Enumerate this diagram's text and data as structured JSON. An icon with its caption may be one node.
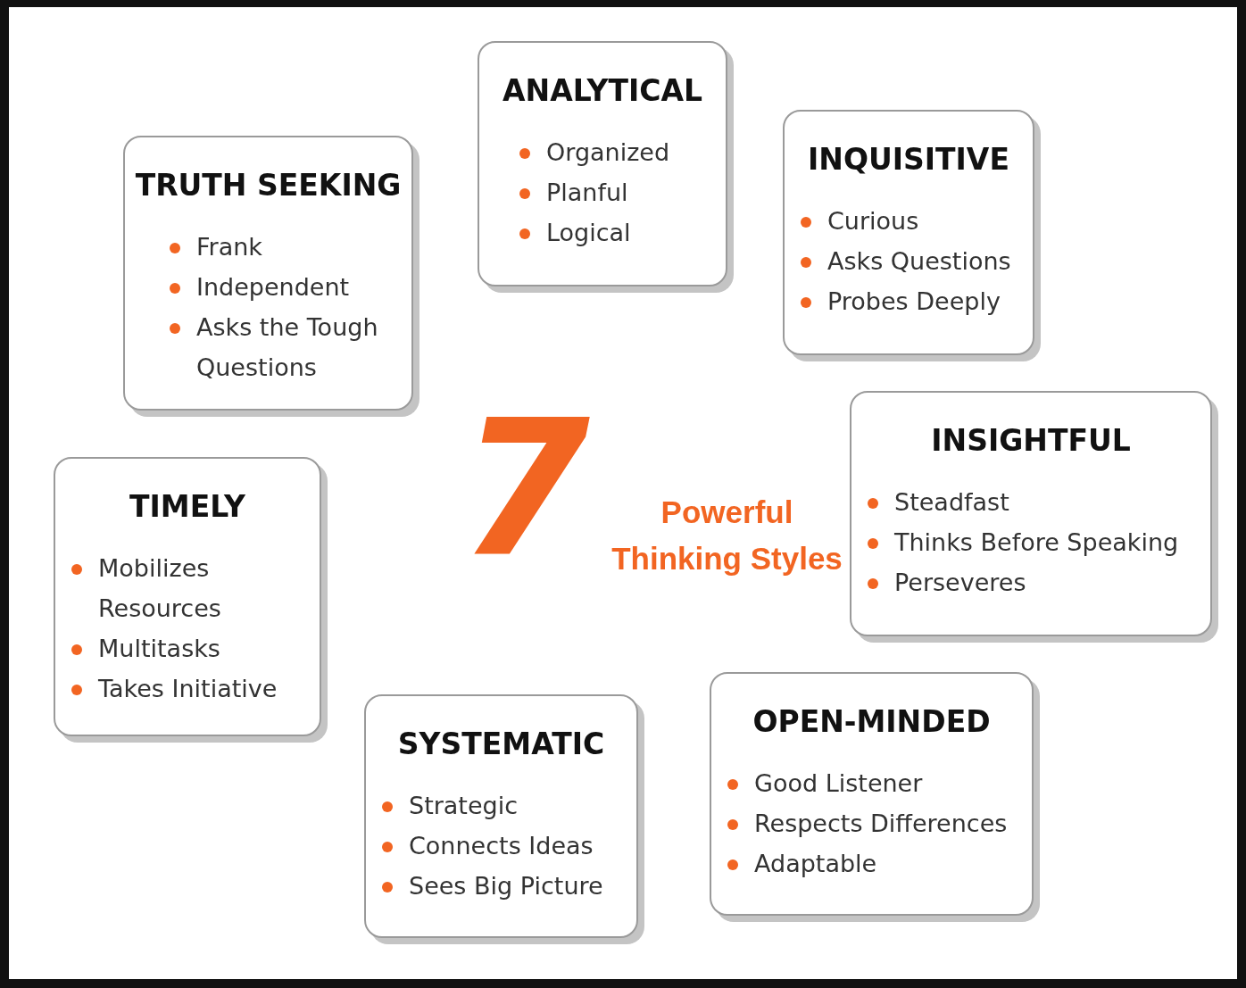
{
  "diagram": {
    "nodes": [
      {
        "text": [
          "TRUTH SEEKING",
          "Frank",
          "Independent",
          "Asks the Tough Questions"
        ]
      },
      {
        "text": [
          "ANALYTICAL",
          "Organized",
          "Planful",
          "Logical"
        ]
      },
      {
        "text": [
          "INQUISITIVE",
          "Curious",
          "Asks Questions",
          "Probes Deeply"
        ]
      },
      {
        "text": [
          "TIMELY",
          "Mobilizes Resources",
          "Multitasks",
          "Takes Initiative"
        ]
      },
      {
        "text": [
          "INSIGHTFUL",
          "Steadfast",
          "Thinks Before Speaking",
          "Perseveres"
        ]
      },
      {
        "text": [
          "SYSTEMATIC",
          "Strategic",
          "Connects Ideas",
          "Sees Big Picture"
        ]
      },
      {
        "text": [
          "OPEN-MINDED",
          "Good Listener",
          "Respects Differences",
          "Adaptable"
        ]
      }
    ],
    "edges": [],
    "labels": [
      "7",
      "Powerful Thinking Styles"
    ]
  }
}
